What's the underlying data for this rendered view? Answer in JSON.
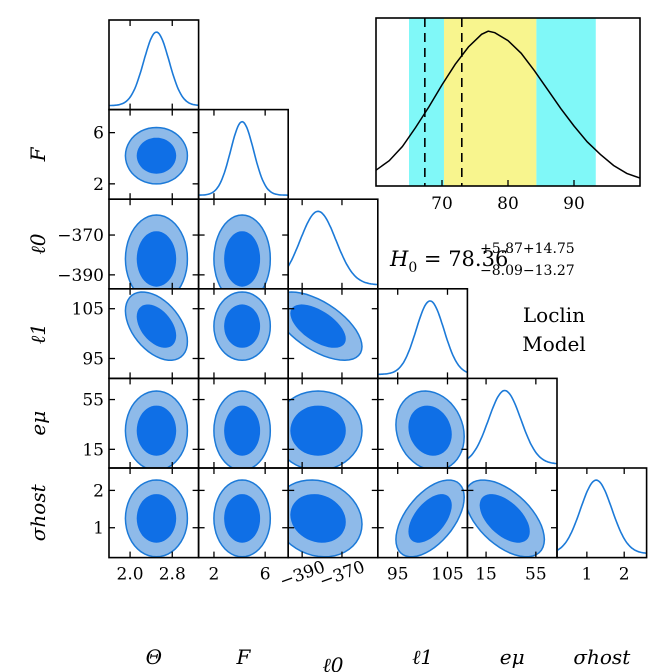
{
  "chart_data": {
    "type": "corner",
    "parameters": [
      {
        "label": "Θ",
        "ticks": [
          2.0,
          2.8
        ],
        "tick_labels": [
          "2.0",
          "2.8"
        ],
        "range": [
          1.6,
          3.3
        ],
        "mean": 2.5,
        "sd": 0.24
      },
      {
        "label": "F",
        "ticks": [
          2,
          6
        ],
        "tick_labels": [
          "2",
          "6"
        ],
        "range": [
          0.8,
          7.8
        ],
        "mean": 4.2,
        "sd": 0.9
      },
      {
        "label": "ℓ0",
        "ticks": [
          -390,
          -370
        ],
        "tick_labels": [
          "−390",
          "−370"
        ],
        "range": [
          -397,
          -352
        ],
        "mean": -382,
        "sd": 9
      },
      {
        "label": "ℓ1",
        "ticks": [
          95,
          105
        ],
        "tick_labels": [
          "95",
          "105"
        ],
        "range": [
          91,
          109
        ],
        "mean": 101.5,
        "sd": 2.8
      },
      {
        "label": "eμ",
        "ticks": [
          15,
          55
        ],
        "tick_labels": [
          "15",
          "55"
        ],
        "range": [
          0,
          72
        ],
        "mean": 30,
        "sd": 13
      },
      {
        "label": "σhost",
        "ticks": [
          1,
          2
        ],
        "tick_labels": [
          "1",
          "2"
        ],
        "range": [
          0.2,
          2.6
        ],
        "mean": 1.25,
        "sd": 0.42
      }
    ],
    "correlations": [
      [
        0,
        3,
        -0.45
      ],
      [
        2,
        3,
        -0.6
      ],
      [
        3,
        5,
        0.55
      ],
      [
        4,
        5,
        -0.55
      ],
      [
        2,
        5,
        -0.15
      ],
      [
        3,
        4,
        -0.15
      ]
    ],
    "inset": {
      "type": "line",
      "x_ticks": [
        70,
        80,
        90
      ],
      "xlim": [
        60,
        100
      ],
      "curve": {
        "x": [
          60,
          62,
          64,
          66,
          68,
          70,
          72,
          74,
          76,
          77,
          78,
          80,
          82,
          84,
          86,
          88,
          90,
          92,
          94,
          96,
          98,
          100
        ],
        "y": [
          0.1,
          0.16,
          0.25,
          0.37,
          0.5,
          0.64,
          0.77,
          0.88,
          0.96,
          0.98,
          0.97,
          0.92,
          0.84,
          0.73,
          0.61,
          0.49,
          0.38,
          0.28,
          0.2,
          0.13,
          0.08,
          0.05
        ]
      },
      "bands": [
        {
          "from": 65,
          "to": 70.3,
          "color": "#80f8f8"
        },
        {
          "from": 70.3,
          "to": 84.3,
          "color": "#f8f58e"
        },
        {
          "from": 84.3,
          "to": 93.3,
          "color": "#80f8f8"
        }
      ],
      "dashed_lines": [
        67.4,
        73.0
      ]
    }
  },
  "annotation": {
    "h0_prefix": "H",
    "h0_sub": "0",
    "h0_eq": " = 78.36",
    "sup": "+5.87+14.75",
    "sub": "−8.09−13.27"
  },
  "model_label": {
    "line1": "Loclin",
    "line2": "Model"
  }
}
